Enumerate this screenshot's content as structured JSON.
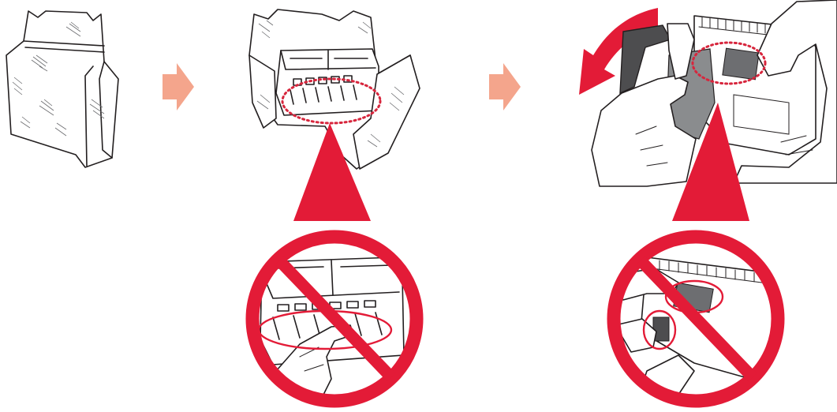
{
  "figure": {
    "steps": [
      {
        "id": "packaged-print-head"
      },
      {
        "id": "unpacked-print-head"
      },
      {
        "id": "removing-protective-cap"
      }
    ],
    "prohibitions": [
      {
        "id": "do-not-touch-nozzles"
      },
      {
        "id": "do-not-touch-contacts"
      }
    ],
    "colors": {
      "prohibition_red": "#e31b37",
      "step_arrow": "#f4a58c",
      "rotation_arrow": "#e31b37",
      "callout_dotted": "#d7263d",
      "line_art": "#231f20"
    },
    "icons": [
      "bag-icon",
      "step-arrow-icon",
      "print-head-icon",
      "hand-icon",
      "rotation-arrow-icon",
      "prohibition-icon"
    ]
  }
}
